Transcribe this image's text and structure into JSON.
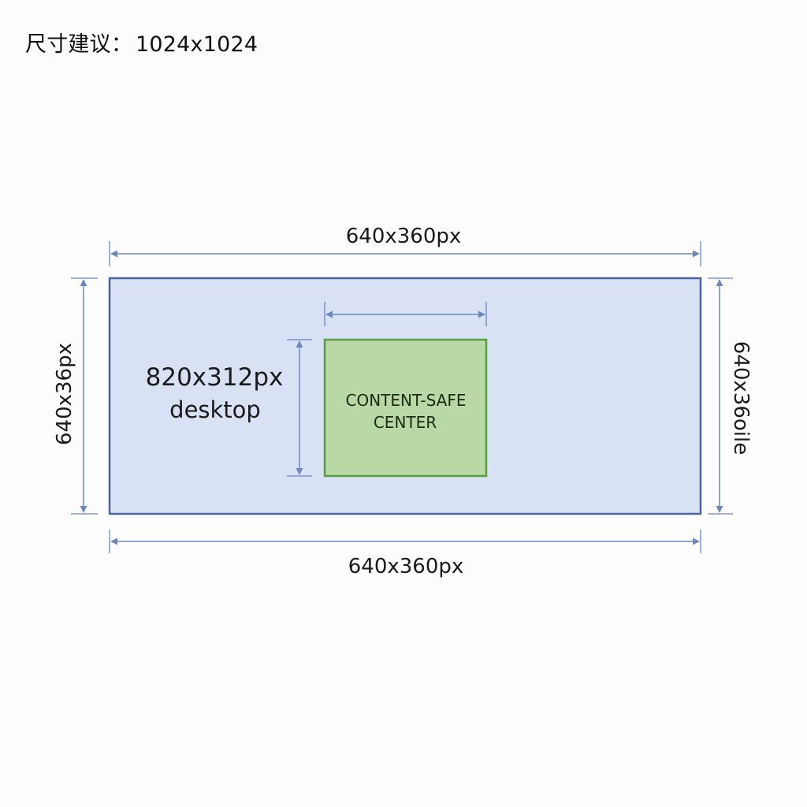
{
  "heading": {
    "label": "尺寸建议",
    "separator": "：",
    "value": "1024x1024"
  },
  "diagram": {
    "top_dimension_label": "640x360px",
    "bottom_dimension_label": "640x360px",
    "left_dimension_label": "640x36px",
    "right_dimension_label": "640x36oile",
    "desktop_size_label": "820x312px",
    "desktop_label": "desktop",
    "safe_zone_line1": "CONTENT-SAFE",
    "safe_zone_line2": "CENTER"
  },
  "colors": {
    "outer_fill": "#d9e2f4",
    "outer_stroke": "#4d64a3",
    "dimension_line": "#6c86bf",
    "safe_fill": "#b8d8a5",
    "safe_stroke": "#5b9e3f"
  }
}
